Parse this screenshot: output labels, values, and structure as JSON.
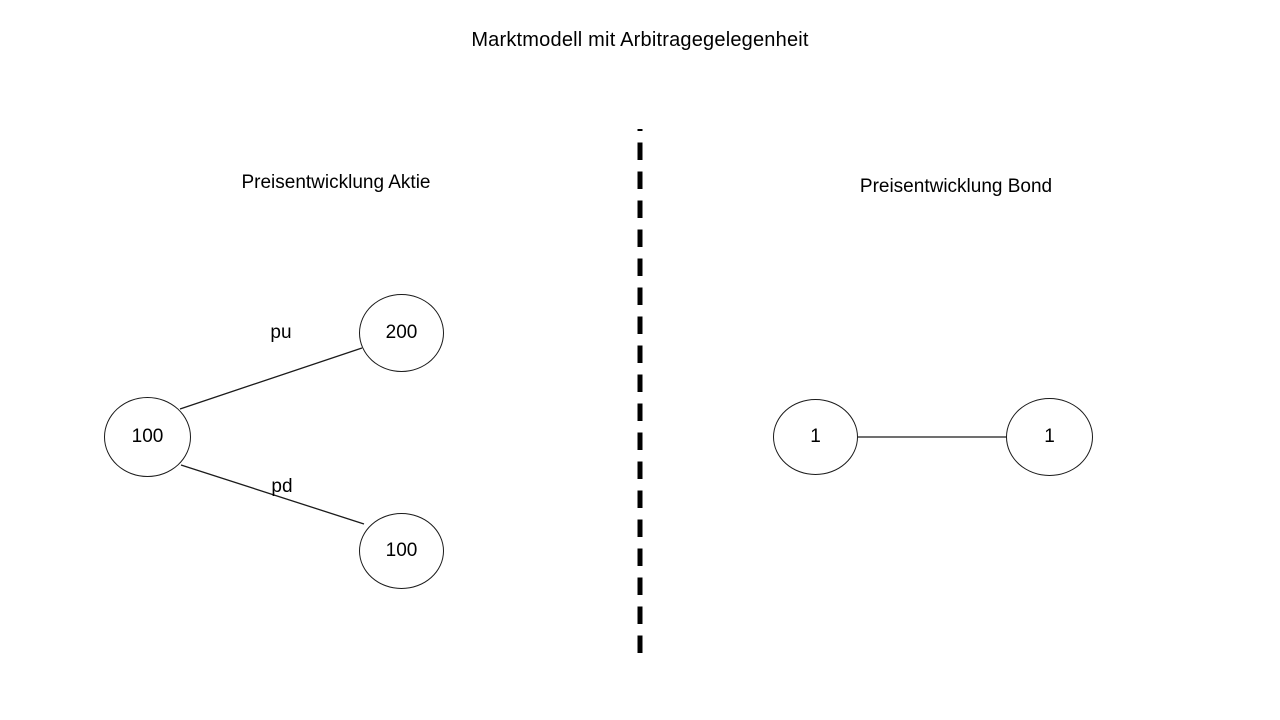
{
  "title": "Marktmodell mit Arbitragegelegenheit",
  "colors": {
    "background": "#ffffff",
    "stroke": "#1a1a1a",
    "text": "#000000"
  },
  "left_panel": {
    "heading": "Preisentwicklung Aktie",
    "tree": {
      "root": {
        "label": "100"
      },
      "up": {
        "label": "200",
        "edge_label": "pu"
      },
      "down": {
        "label": "100",
        "edge_label": "pd"
      }
    }
  },
  "right_panel": {
    "heading": "Preisentwicklung Bond",
    "start_node": {
      "label": "1"
    },
    "end_node": {
      "label": "1"
    }
  }
}
